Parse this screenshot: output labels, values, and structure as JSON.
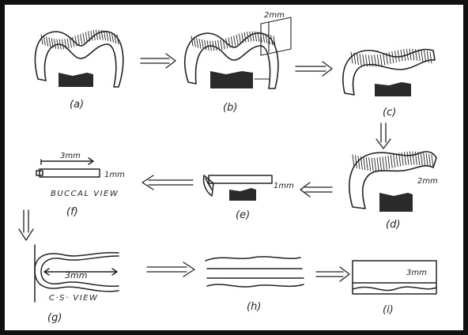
{
  "panels": {
    "a": {
      "label": "(a)"
    },
    "b": {
      "label": "(b)",
      "dimension": "2mm"
    },
    "c": {
      "label": "(c)"
    },
    "d": {
      "label": "(d)",
      "dimension": "2mm"
    },
    "e": {
      "label": "(e)",
      "dimension": "1mm"
    },
    "f": {
      "label": "(f)",
      "dimension_length": "3mm",
      "dimension_thickness": "1mm",
      "caption": "BUCCAL VIEW"
    },
    "g": {
      "label": "(g)",
      "dimension": "3mm",
      "caption": "C·S· VIEW"
    },
    "h": {
      "label": "(h)"
    },
    "i": {
      "label": "(i)",
      "dimension": "3mm"
    }
  },
  "colors": {
    "ink": "#222222",
    "fill": "#2b2b2b",
    "frame": "#111111"
  }
}
